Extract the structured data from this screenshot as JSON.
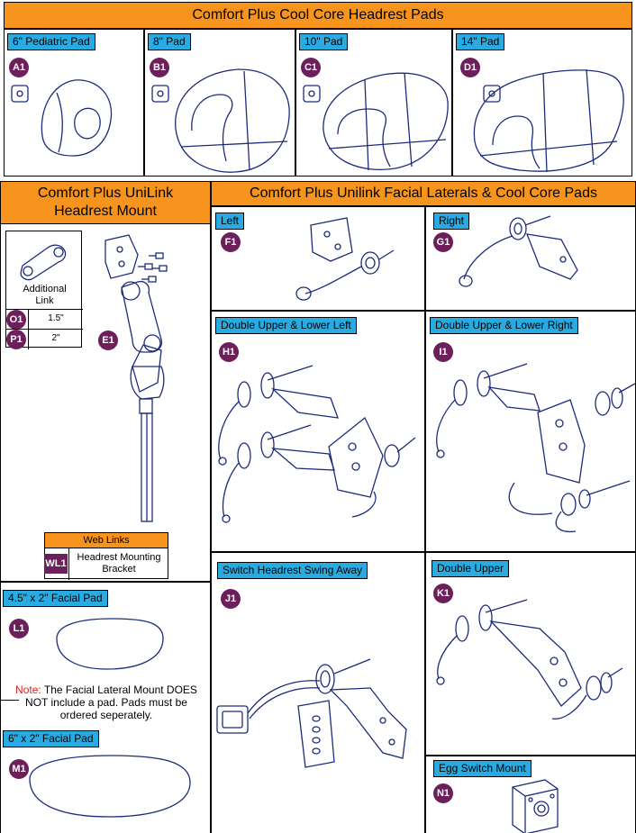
{
  "headrest_pads": {
    "title": "Comfort Plus Cool Core Headrest Pads",
    "items": [
      {
        "id": "A1",
        "label": "6\" Pediatric Pad"
      },
      {
        "id": "B1",
        "label": "8\" Pad"
      },
      {
        "id": "C1",
        "label": "10\" Pad"
      },
      {
        "id": "D1",
        "label": "14\" Pad"
      }
    ]
  },
  "mount": {
    "title_line1": "Comfort Plus UniLink",
    "title_line2": "Headrest Mount",
    "main_id": "E1",
    "additional_link": {
      "caption_line1": "Additional",
      "caption_line2": "Link",
      "rows": [
        {
          "id": "O1",
          "size": "1.5\""
        },
        {
          "id": "P1",
          "size": "2\""
        }
      ]
    },
    "web_links": {
      "header": "Web Links",
      "id": "WL1",
      "text_line1": "Headrest Mounting",
      "text_line2": "Bracket"
    }
  },
  "facial_laterals": {
    "title": "Comfort Plus Unilink Facial Laterals & Cool Core Pads",
    "items": [
      {
        "id": "F1",
        "label": "Left"
      },
      {
        "id": "G1",
        "label": "Right"
      },
      {
        "id": "H1",
        "label": "Double Upper & Lower Left"
      },
      {
        "id": "I1",
        "label": "Double Upper & Lower Right"
      },
      {
        "id": "J1",
        "label": "Switch Headrest Swing Away"
      },
      {
        "id": "K1",
        "label": "Double Upper"
      },
      {
        "id": "N1",
        "label": "Egg Switch Mount"
      }
    ]
  },
  "facial_pads": {
    "items": [
      {
        "id": "L1",
        "label": "4.5\" x 2\" Facial Pad"
      },
      {
        "id": "M1",
        "label": "6\" x 2\" Facial Pad"
      }
    ],
    "note_label": "Note:",
    "note_line1": "The Facial Lateral Mount DOES",
    "note_line2": "NOT include a pad. Pads must be",
    "note_line3": "ordered seperately."
  },
  "colors": {
    "header_orange": "#f7941d",
    "tag_blue": "#29abe2",
    "badge_purple": "#6d1f5b",
    "line_art": "#1d2c7a",
    "note_red": "#e0201b"
  }
}
